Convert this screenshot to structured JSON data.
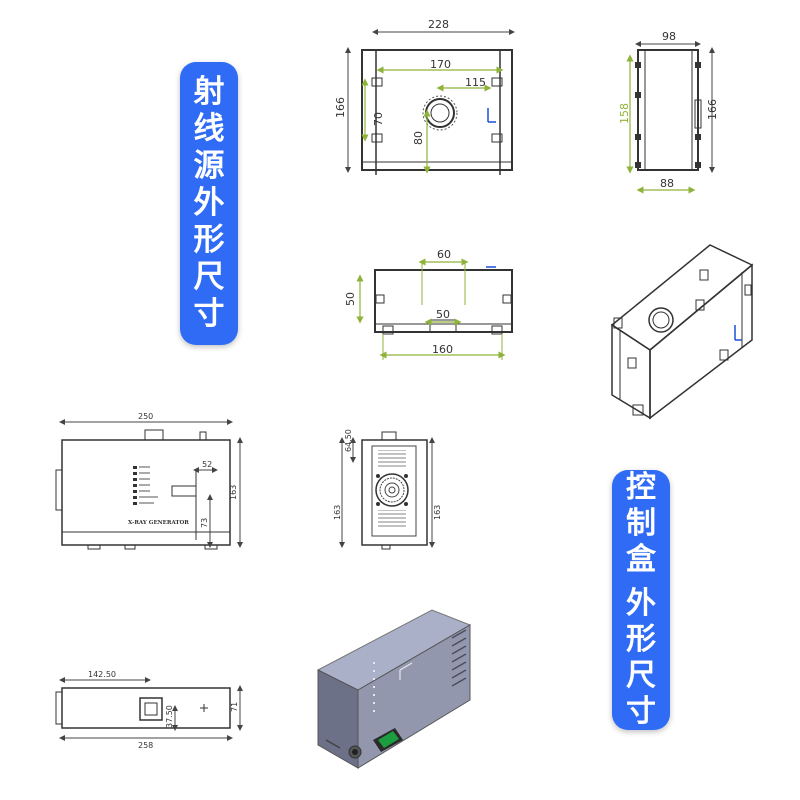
{
  "labels": {
    "source_title": [
      "射",
      "线",
      "源",
      "外",
      "形",
      "尺",
      "寸"
    ],
    "control_title": [
      "控",
      "制",
      "盒",
      " ",
      "外",
      "形",
      "尺",
      "寸"
    ]
  },
  "colors": {
    "pill": "#2f6bf5",
    "dim_green": "#8fb33a",
    "line": "#333333",
    "box_top": "#aab0c8",
    "box_side": "#6c7188",
    "box_front": "#9297ad"
  },
  "dims": {
    "front_width": "228",
    "front_height": "166",
    "front_inner_width": "170",
    "front_center_offset": "115",
    "front_left_70": "70",
    "front_center_80": "80",
    "side_width": "98",
    "side_height": "166",
    "side_inner_158": "158",
    "side_bottom_88": "88",
    "bottom_60": "60",
    "bottom_50_side": "50",
    "bottom_50_center": "50",
    "bottom_160": "160",
    "ctrl_front_width": "250",
    "ctrl_front_52": "52",
    "ctrl_front_163": "163",
    "ctrl_front_73": "73",
    "ctrl_front_text": "X-RAY GENERATOR",
    "ctrl_side_64_50": "64.50",
    "ctrl_side_163_left": "163",
    "ctrl_side_163_right": "163",
    "ctrl_top_142_50": "142.50",
    "ctrl_top_37_50": "37.50",
    "ctrl_top_71": "71",
    "ctrl_top_258": "258"
  }
}
